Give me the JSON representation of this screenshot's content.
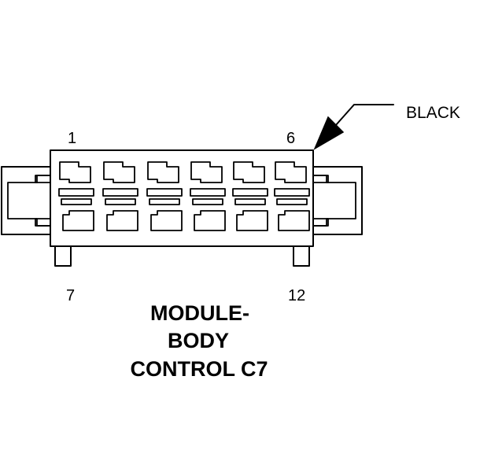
{
  "connector": {
    "callout": "BLACK",
    "pin_labels": {
      "top_left": "1",
      "top_right": "6",
      "bottom_left": "7",
      "bottom_right": "12"
    },
    "title_lines": [
      "MODULE-",
      "BODY",
      "CONTROL C7"
    ]
  }
}
